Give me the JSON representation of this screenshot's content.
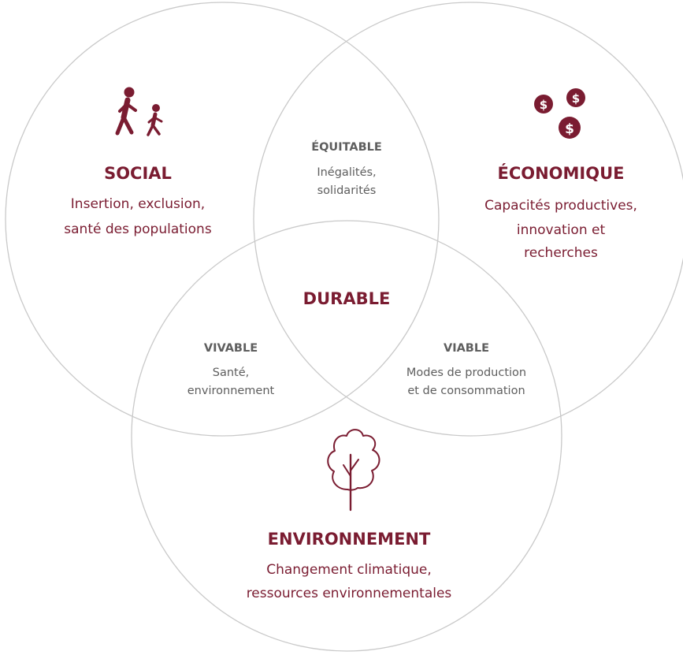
{
  "diagram": {
    "accent_color": "#7a1c31",
    "circle_color": "#c9c9c9",
    "gray_text_color": "#5e5e5e",
    "social": {
      "icon": "walking-people-icon",
      "title": "SOCIAL",
      "desc_line1": "Insertion, exclusion,",
      "desc_line2": "santé des populations"
    },
    "economique": {
      "icon": "coins-dollar-icon",
      "title": "ÉCONOMIQUE",
      "desc_line1": "Capacités productives,",
      "desc_line2": "innovation et",
      "desc_line3": "recherches",
      "coin_symbol": "$"
    },
    "environnement": {
      "icon": "tree-icon",
      "title": "ENVIRONNEMENT",
      "desc_line1": "Changement climatique,",
      "desc_line2": "ressources environnementales"
    },
    "equitable": {
      "title": "ÉQUITABLE",
      "desc_line1": "Inégalités,",
      "desc_line2": "solidarités"
    },
    "vivable": {
      "title": "VIVABLE",
      "desc_line1": "Santé,",
      "desc_line2": "environnement"
    },
    "viable": {
      "title": "VIABLE",
      "desc_line1": "Modes de production",
      "desc_line2": "et de consommation"
    },
    "center": {
      "title": "DURABLE"
    }
  }
}
